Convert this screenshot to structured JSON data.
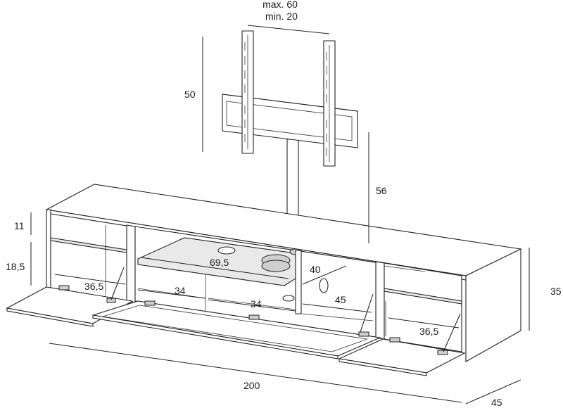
{
  "dimensions": {
    "bracket_max": "max. 60",
    "bracket_min": "min. 20",
    "tv_bracket_height": "50",
    "column_height": "56",
    "top_compartment_height": "11",
    "side_compartment_height": "18,5",
    "left_compartment_width": "36,5",
    "center_shelf_width": "69,5",
    "center_left_width": "34",
    "center_right_width": "34",
    "center_depth": "40",
    "right_inner_width": "45",
    "right_compartment_width": "36,5",
    "cabinet_height": "35",
    "cabinet_width": "200",
    "cabinet_depth": "45"
  }
}
